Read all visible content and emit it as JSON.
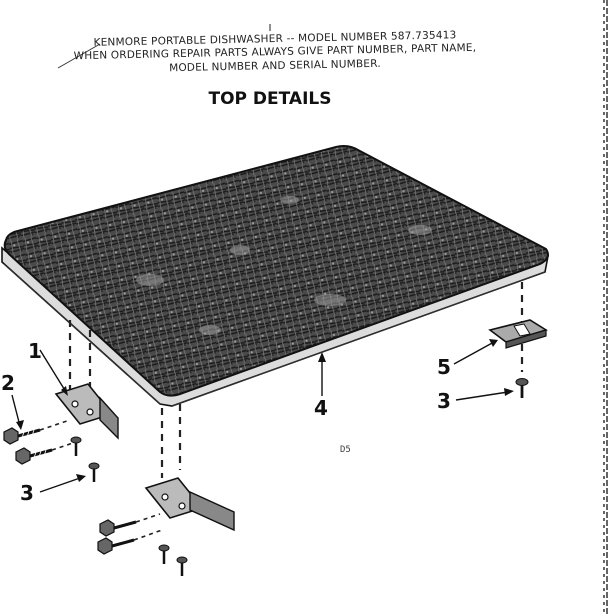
{
  "header": {
    "line1": "KENMORE PORTABLE DISHWASHER -- MODEL NUMBER 587.735413",
    "line2": "WHEN ORDERING REPAIR PARTS ALWAYS GIVE PART NUMBER, PART NAME,",
    "line3": "MODEL NUMBER AND SERIAL NUMBER."
  },
  "title": "TOP DETAILS",
  "page_code": "D5",
  "callouts": {
    "bracket": "1",
    "screw_large": "2",
    "screw_small_left": "3",
    "screw_small_right": "3",
    "top": "4",
    "clip": "5"
  }
}
